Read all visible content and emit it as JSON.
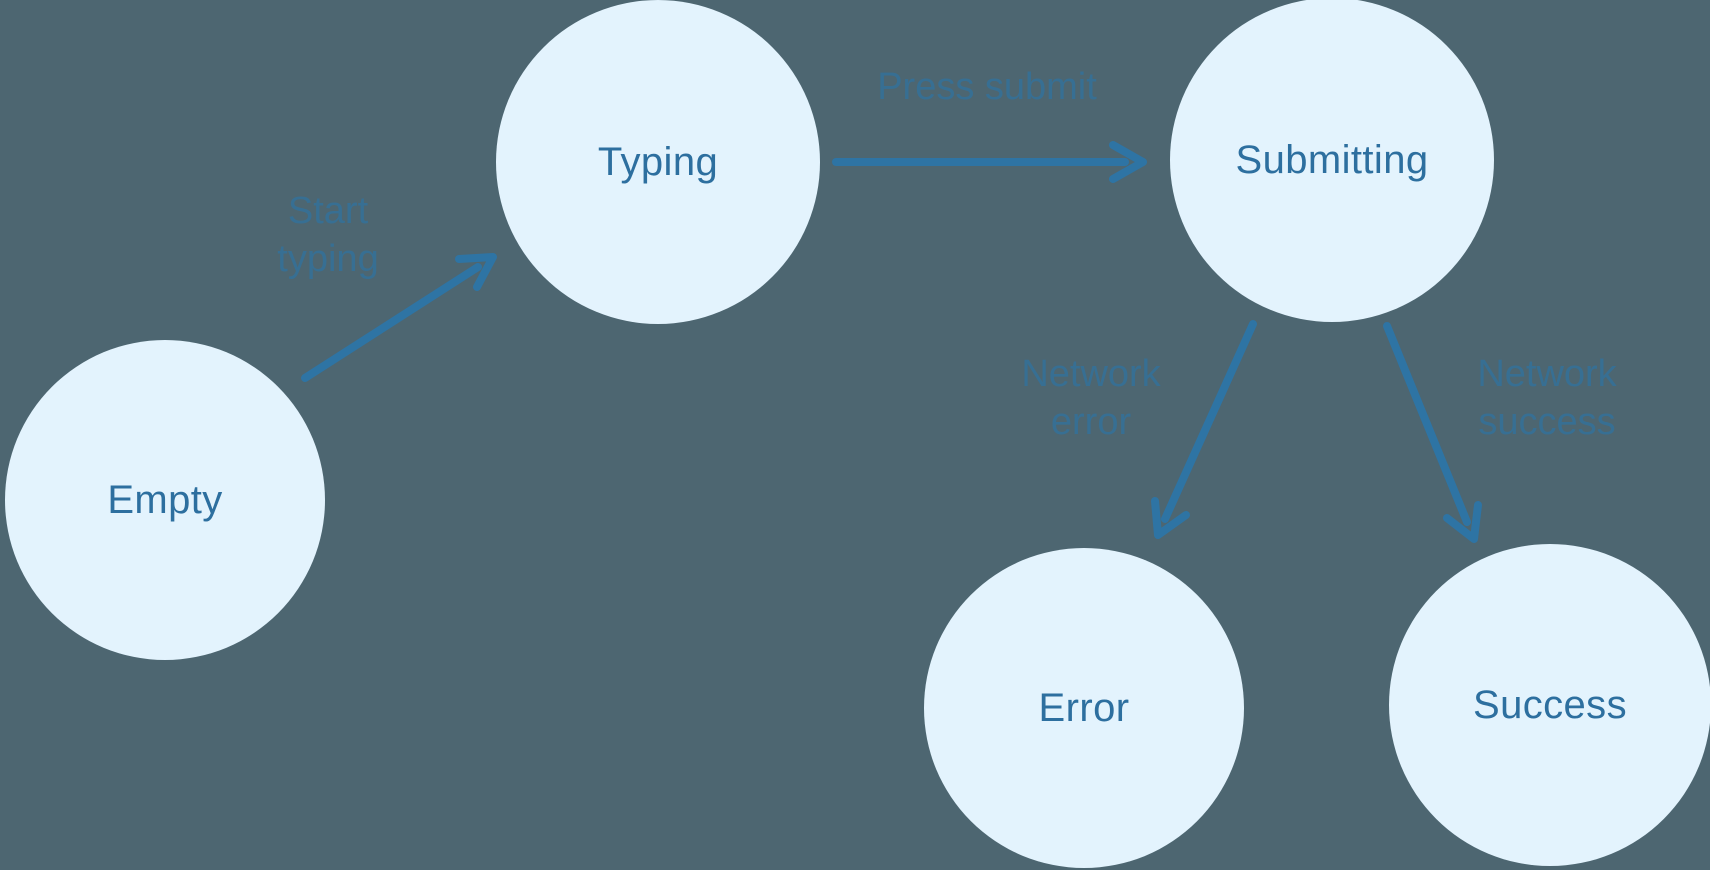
{
  "diagram": {
    "type": "state-machine",
    "states": [
      {
        "id": "empty",
        "label": "Empty"
      },
      {
        "id": "typing",
        "label": "Typing"
      },
      {
        "id": "submitting",
        "label": "Submitting"
      },
      {
        "id": "error",
        "label": "Error"
      },
      {
        "id": "success",
        "label": "Success"
      }
    ],
    "transitions": [
      {
        "from": "empty",
        "to": "typing",
        "label": "Start typing"
      },
      {
        "from": "typing",
        "to": "submitting",
        "label": "Press submit"
      },
      {
        "from": "submitting",
        "to": "error",
        "label": "Network error"
      },
      {
        "from": "submitting",
        "to": "success",
        "label": "Network success"
      }
    ],
    "colors": {
      "background": "#4d6671",
      "node_fill": "#e3f3fd",
      "node_text": "#2d6f9f",
      "arrow": "#2e74a4",
      "edge_label": "#34719a"
    }
  }
}
